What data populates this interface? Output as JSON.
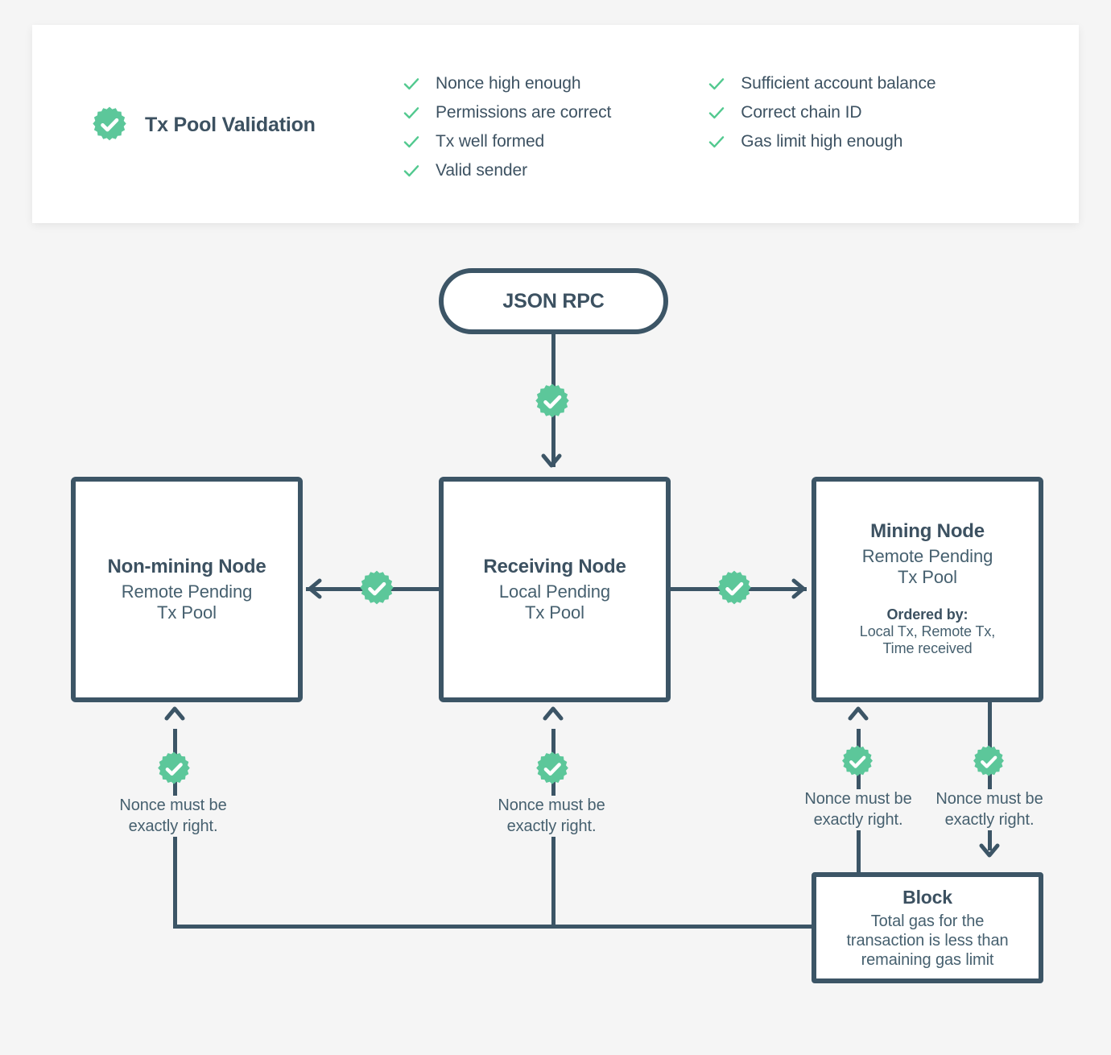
{
  "colors": {
    "background": "#f5f5f5",
    "panel": "#ffffff",
    "ink": "#3c5566",
    "ink_text": "#3c5161",
    "sub_text": "#46606f",
    "accent_green": "#5cc79a"
  },
  "validation_panel": {
    "badge_icon": "check-seal-icon",
    "title": "Tx Pool Validation",
    "columns": [
      [
        {
          "icon": "check-icon",
          "label": "Nonce high enough"
        },
        {
          "icon": "check-icon",
          "label": "Permissions are correct"
        },
        {
          "icon": "check-icon",
          "label": "Tx well formed"
        },
        {
          "icon": "check-icon",
          "label": "Valid sender"
        }
      ],
      [
        {
          "icon": "check-icon",
          "label": "Sufficient account balance"
        },
        {
          "icon": "check-icon",
          "label": "Correct chain ID"
        },
        {
          "icon": "check-icon",
          "label": "Gas limit high enough"
        }
      ]
    ]
  },
  "flow": {
    "json_rpc": {
      "title": "JSON RPC"
    },
    "non_mining_node": {
      "title": "Non-mining Node",
      "subtitle": "Remote Pending\nTx Pool"
    },
    "receiving_node": {
      "title": "Receiving Node",
      "subtitle": "Local Pending\nTx Pool"
    },
    "mining_node": {
      "title": "Mining Node",
      "subtitle": "Remote Pending\nTx Pool",
      "ordered_by_heading": "Ordered by:",
      "ordered_by": "Local Tx, Remote Tx,\nTime received"
    },
    "block": {
      "title": "Block",
      "subtitle": "Total gas for the\ntransaction is less than\nremaining gas limit"
    },
    "captions": {
      "nonce_left": "Nonce must be\nexactly right.",
      "nonce_middle": "Nonce must be\nexactly right.",
      "nonce_mining_in": "Nonce must be\nexactly right.",
      "nonce_mining_out": "Nonce must be\nexactly right."
    },
    "badges": [
      {
        "name": "badge-rpc-to-receiving"
      },
      {
        "name": "badge-receiving-to-nonmining"
      },
      {
        "name": "badge-receiving-to-mining"
      },
      {
        "name": "badge-block-to-nonmining"
      },
      {
        "name": "badge-block-to-receiving"
      },
      {
        "name": "badge-block-to-mining"
      },
      {
        "name": "badge-mining-to-block"
      }
    ]
  }
}
